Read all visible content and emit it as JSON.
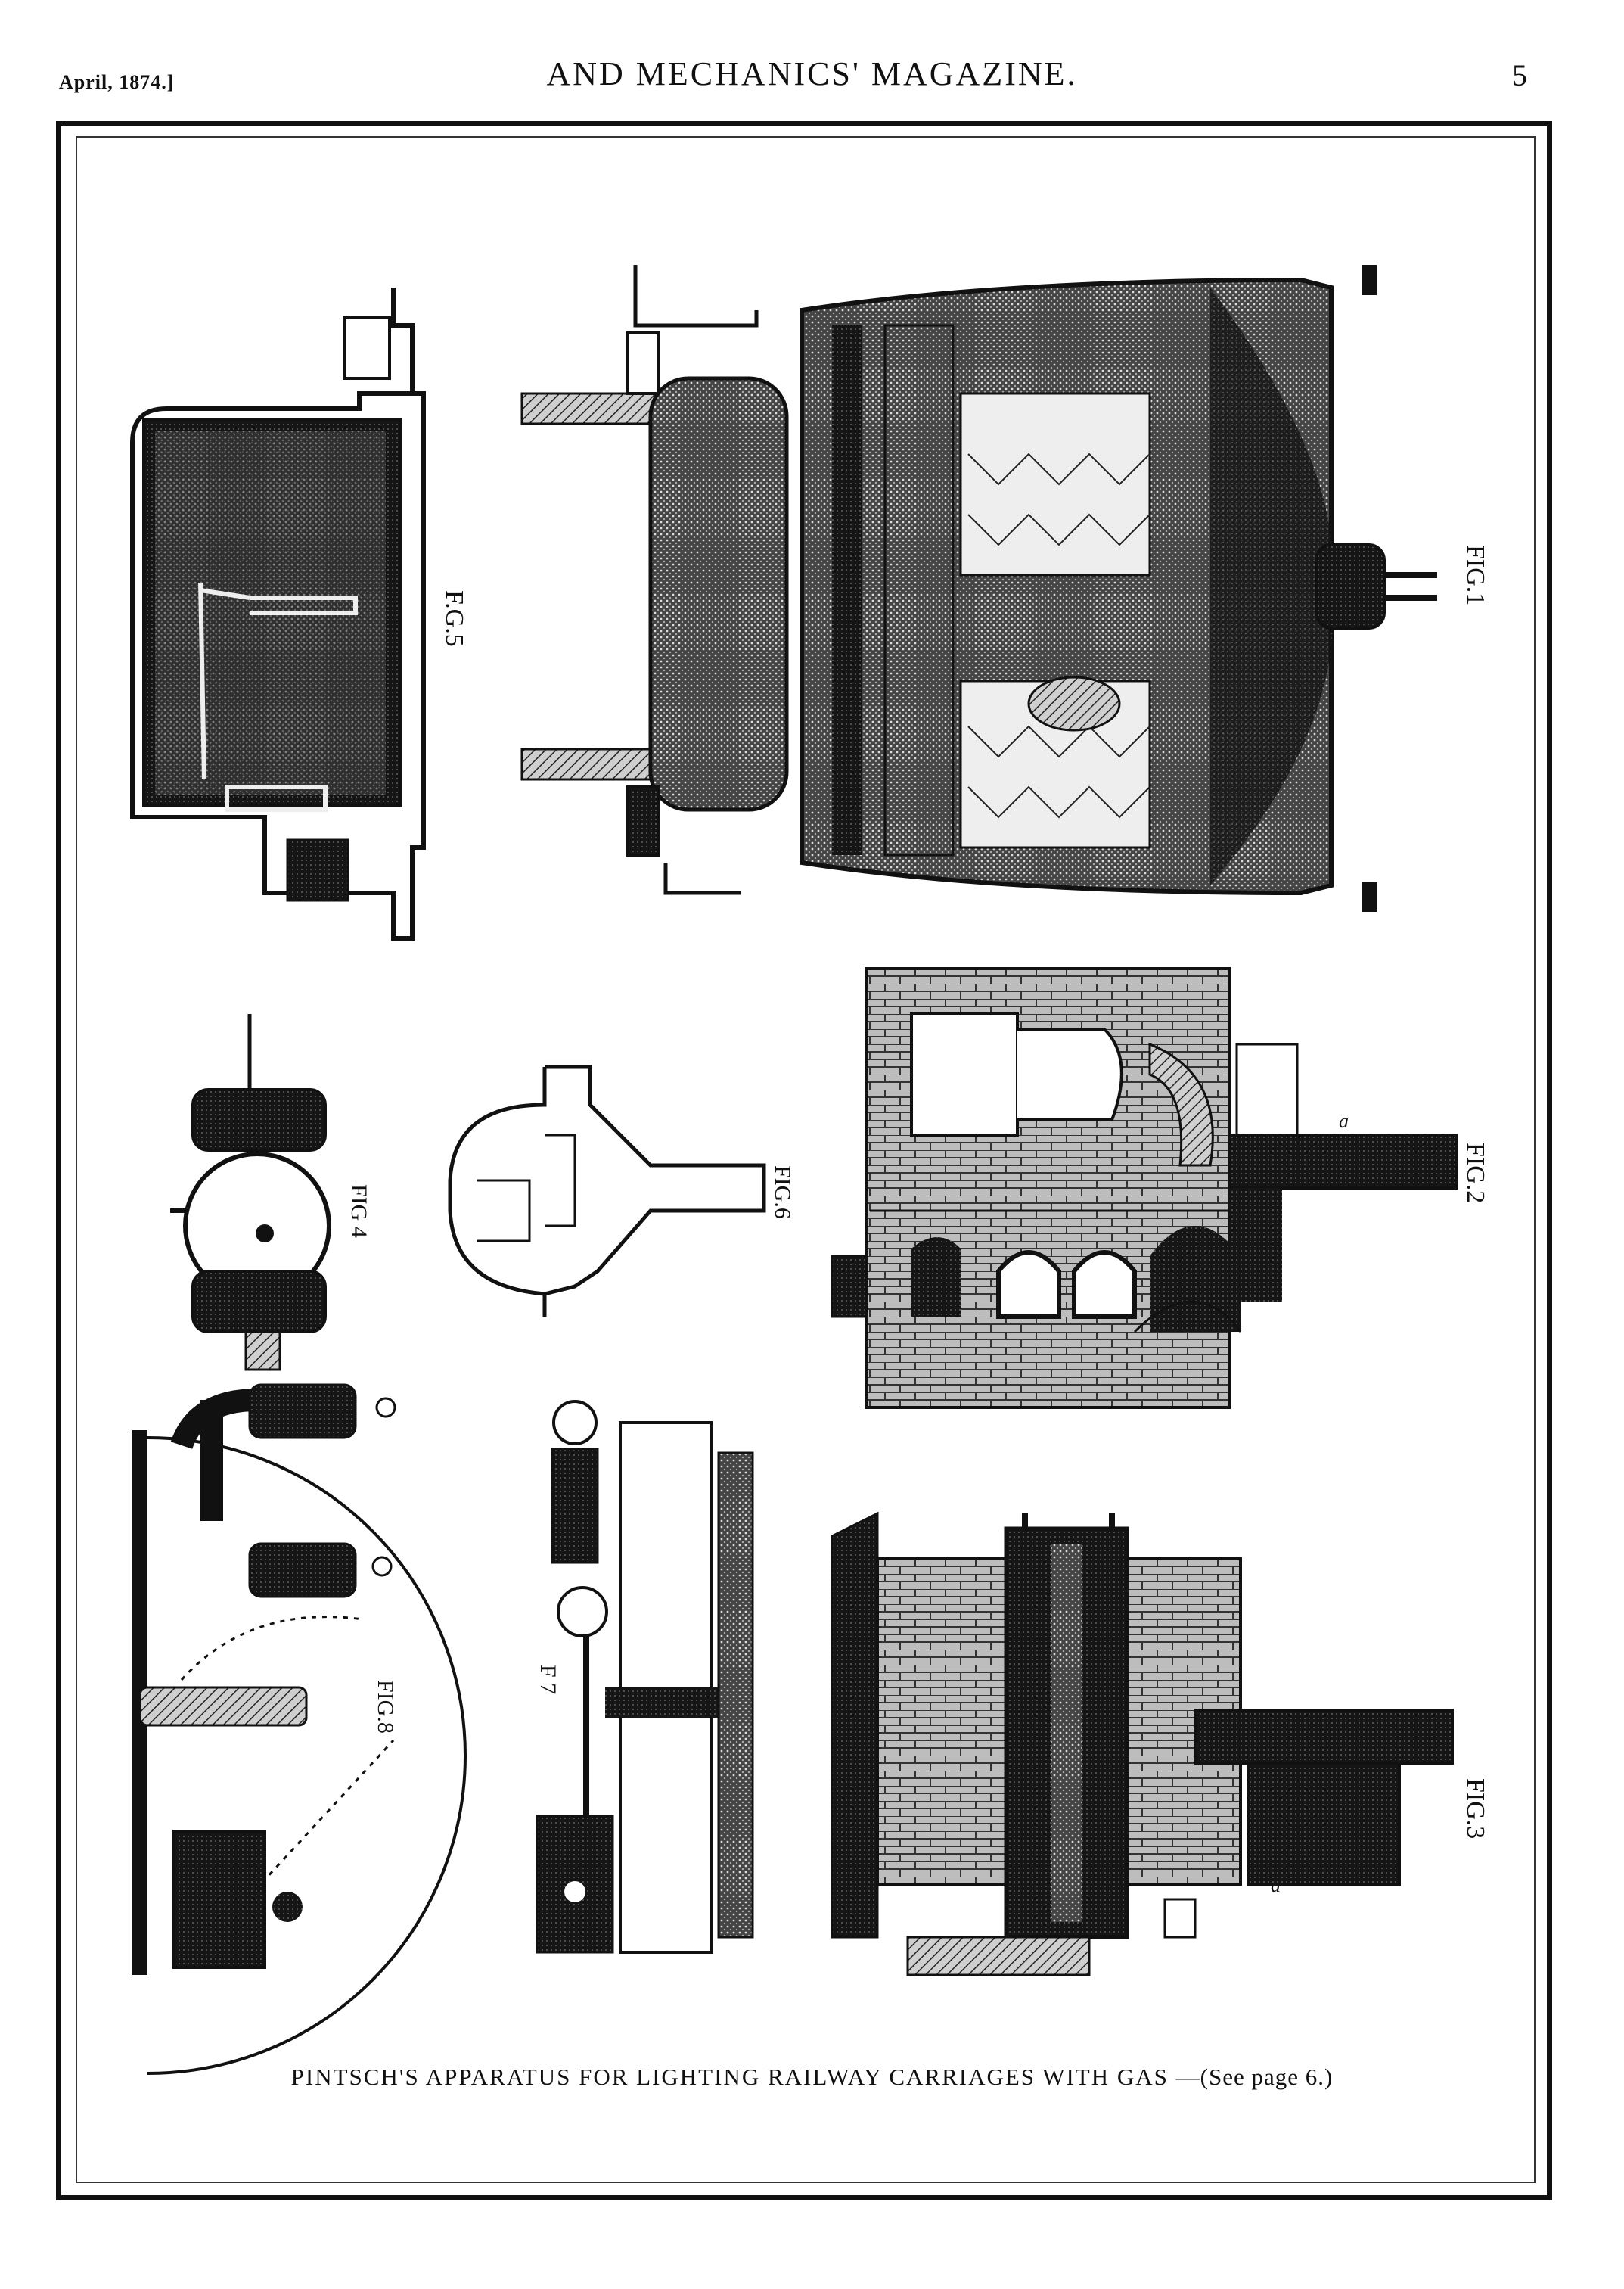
{
  "header": {
    "date": "April, 1874.]",
    "title": "AND MECHANICS' MAGAZINE.",
    "page_number": "5"
  },
  "figures": {
    "fig1": "FIG.1",
    "fig2": "FIG.2",
    "fig3": "FIG.3",
    "fig4": "FIG 4",
    "fig5": "F.G.5",
    "fig6": "FIG.6",
    "fig7": "F 7",
    "fig8": "FIG.8",
    "label_a": "a"
  },
  "caption": {
    "main": "PINTSCH'S APPARATUS FOR LIGHTING RAILWAY CARRIAGES WITH GAS",
    "see": "—(See page 6.)"
  }
}
